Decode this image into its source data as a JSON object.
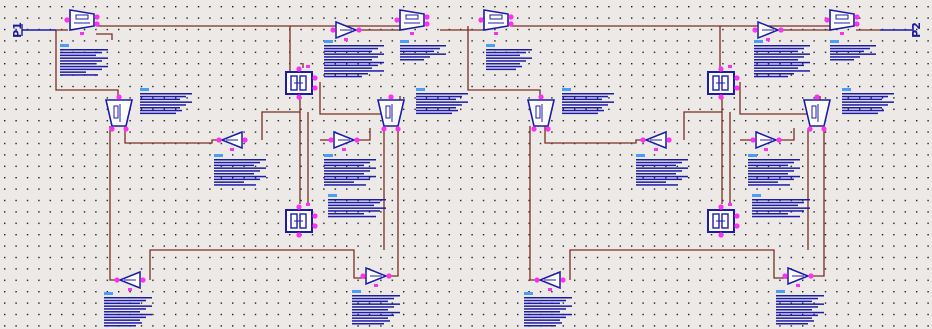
{
  "ports": [
    {
      "id": "left",
      "label": "P1"
    },
    {
      "id": "right",
      "label": "P2"
    }
  ],
  "colors": {
    "background": "#ece9e6",
    "grid_dot": "#1c1c1c",
    "wire": "#7a2e26",
    "component": "#1c1ca8",
    "pin": "#ff33ee",
    "param_bar": "#1c1ca8",
    "param_tag": "#4a9cff"
  },
  "component_types": [
    "wilkinson-divider",
    "hybrid-coupler",
    "amplifier-triangle"
  ]
}
